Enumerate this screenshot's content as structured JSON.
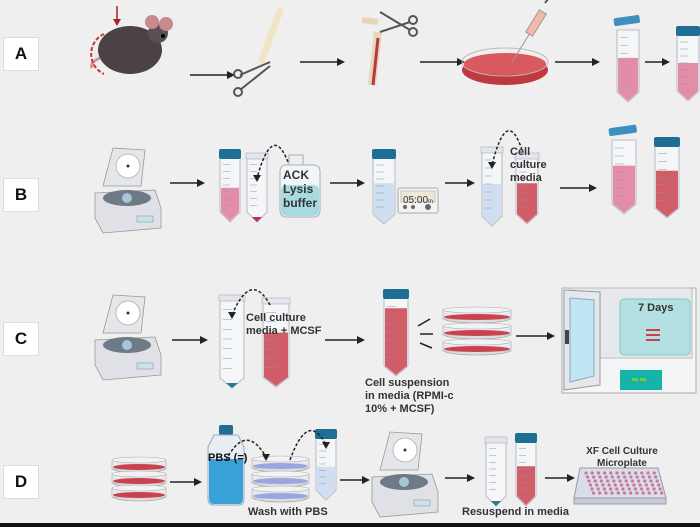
{
  "rows": [
    {
      "label": "A"
    },
    {
      "label": "B",
      "ack_buffer": "ACK Lysis buffer",
      "timer": "05:00",
      "timer_unit": "m",
      "media": "Cell culture media"
    },
    {
      "label": "C",
      "media": "Cell culture media + MCSF",
      "suspension": "Cell suspension in media (RPMI-c 10% + MCSF)",
      "incubation": "7 Days"
    },
    {
      "label": "D",
      "pbs": "PBS (=)",
      "wash": "Wash with PBS",
      "resuspend": "Resuspend in media",
      "plate": "XF Cell Culture Microplate"
    }
  ],
  "colors": {
    "background": "#efefef",
    "media_red": "#c9424f",
    "pink": "#e07a9a",
    "buffer_blue": "#a8dbe0",
    "pbs_blue": "#3aa0d8",
    "cap_blue": "#1f6f95",
    "teal": "#17b3a8"
  }
}
